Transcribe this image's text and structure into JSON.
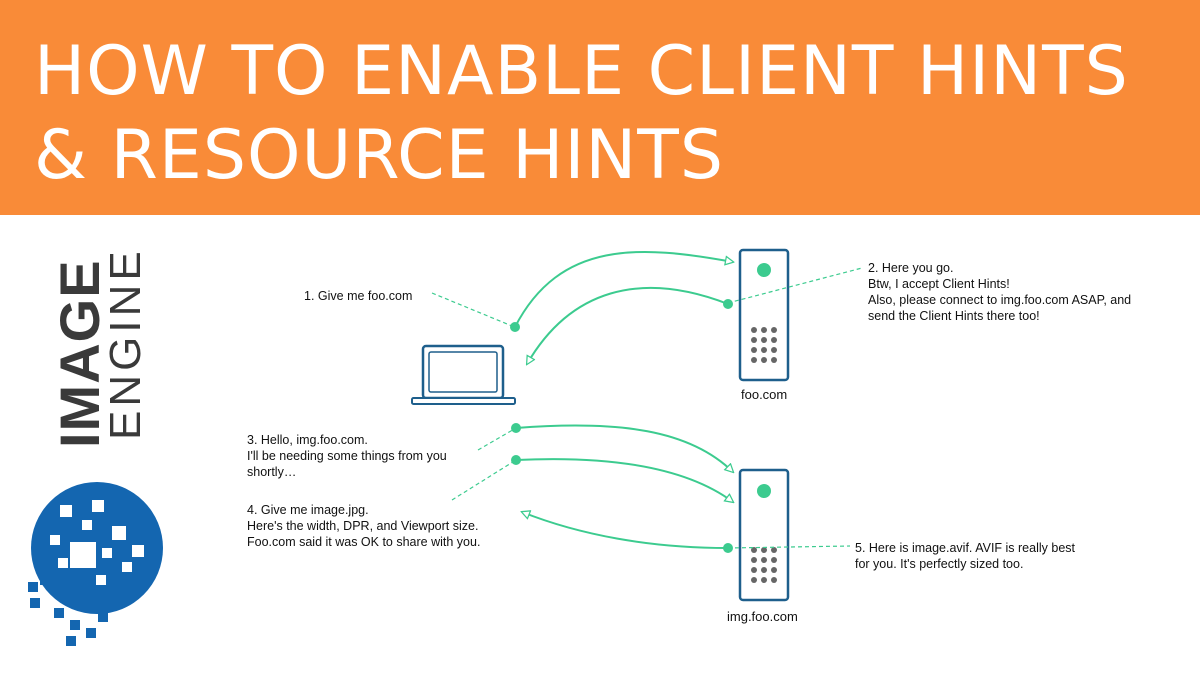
{
  "title": {
    "line1": "HOW TO ENABLE CLIENT HINTS",
    "line2": "& RESOURCE HINTS"
  },
  "logo": {
    "word1": "IMAGE",
    "word2": "ENGINE",
    "icon": "image-engine-pixel-circle-logo"
  },
  "colors": {
    "banner": "#F98B38",
    "accent": "#3CCB8F",
    "device": "#1E5F8C",
    "logo_blue": "#1466B0"
  },
  "diagram": {
    "step1": "1. Give me foo.com",
    "step2": [
      "2. Here you go.",
      "Btw, I accept Client Hints!",
      "Also, please connect to img.foo.com ASAP, and",
      "send the Client Hints there too!"
    ],
    "step3": [
      "3. Hello, img.foo.com.",
      "I'll be needing some things from you",
      "shortly…"
    ],
    "step4": [
      "4. Give me image.jpg.",
      "Here's the width, DPR, and Viewport size.",
      "Foo.com said it was OK to share with you."
    ],
    "step5": [
      "5. Here is image.avif. AVIF is really best",
      "for you. It's perfectly sized too."
    ],
    "server1": "foo.com",
    "server2": "img.foo.com"
  }
}
